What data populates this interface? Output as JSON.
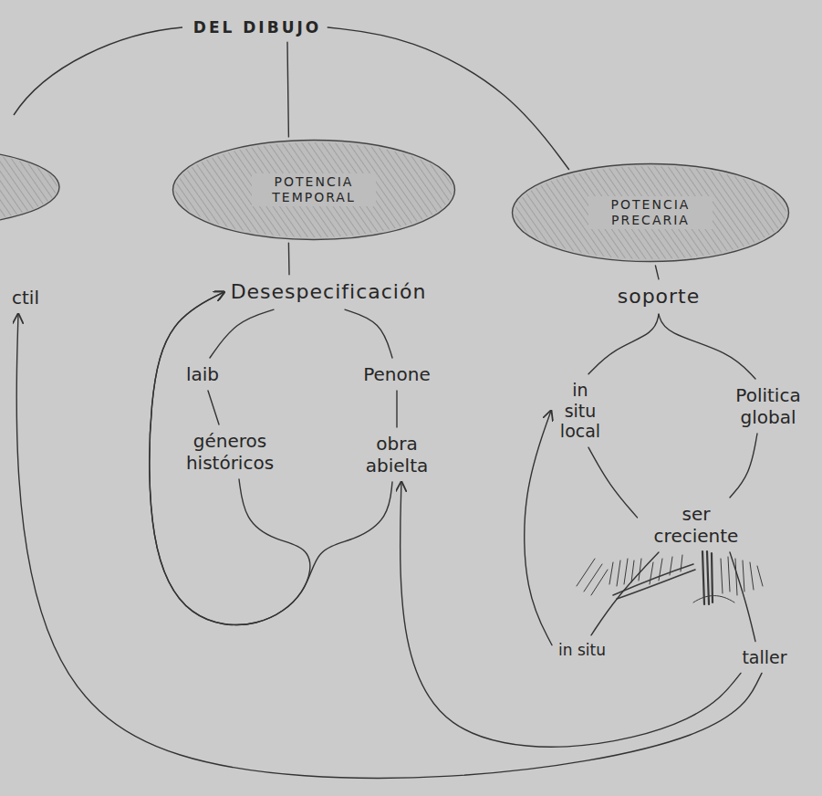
{
  "diagram": {
    "nodes": [
      {
        "text": [
          "DEL DIBUJO"
        ]
      },
      {
        "text": [
          "POTENCIA TEMPORAL"
        ]
      },
      {
        "text": [
          "POTENCIA PRECARIA"
        ]
      },
      {
        "text": [
          "ctil"
        ]
      },
      {
        "text": [
          "Desespecificación"
        ]
      },
      {
        "text": [
          "soporte"
        ]
      },
      {
        "text": [
          "laib"
        ]
      },
      {
        "text": [
          "géneros históricos"
        ]
      },
      {
        "text": [
          "Penone"
        ]
      },
      {
        "text": [
          "obra abielta"
        ]
      },
      {
        "text": [
          "in situ local"
        ]
      },
      {
        "text": [
          "Politica global"
        ]
      },
      {
        "text": [
          "ser creciente"
        ]
      },
      {
        "text": [
          "in situ"
        ]
      },
      {
        "text": [
          "taller"
        ]
      }
    ],
    "edges": [
      {
        "from": 0,
        "to": 1,
        "arrow": "none"
      },
      {
        "from": 0,
        "to": 2,
        "arrow": "none"
      },
      {
        "from": 1,
        "to": 4,
        "arrow": "none"
      },
      {
        "from": 2,
        "to": 5,
        "arrow": "none"
      },
      {
        "from": 4,
        "to": 6,
        "arrow": "none"
      },
      {
        "from": 4,
        "to": 8,
        "arrow": "none"
      },
      {
        "from": 6,
        "to": 7,
        "arrow": "none"
      },
      {
        "from": 8,
        "to": 9,
        "arrow": "none"
      },
      {
        "from": 7,
        "to": 4,
        "arrow": "to"
      },
      {
        "from": 9,
        "to": 4,
        "arrow": "to"
      },
      {
        "from": 5,
        "to": 10,
        "arrow": "none"
      },
      {
        "from": 5,
        "to": 11,
        "arrow": "none"
      },
      {
        "from": 10,
        "to": 12,
        "arrow": "none"
      },
      {
        "from": 11,
        "to": 12,
        "arrow": "none"
      },
      {
        "from": 12,
        "to": 13,
        "arrow": "none"
      },
      {
        "from": 12,
        "to": 14,
        "arrow": "none"
      },
      {
        "from": 13,
        "to": 10,
        "arrow": "to"
      },
      {
        "from": 14,
        "to": 9,
        "arrow": "to"
      },
      {
        "from": 14,
        "to": 3,
        "arrow": "to"
      }
    ]
  }
}
